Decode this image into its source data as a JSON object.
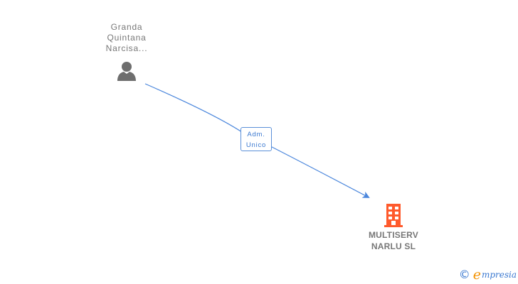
{
  "diagram": {
    "type": "relationship-graph",
    "colors": {
      "edge": "#4a86dc",
      "person_icon": "#6e6e6e",
      "company_icon": "#ff5a2c",
      "node_text": "#777777",
      "label_text": "#3a78d0",
      "brand_e": "#f39200",
      "brand_text": "#3a78d0"
    },
    "nodes": [
      {
        "id": "person",
        "kind": "person",
        "icon": "person-icon",
        "name_lines": [
          "Granda",
          "Quintana",
          "Narcisa..."
        ]
      },
      {
        "id": "company",
        "kind": "company",
        "icon": "building-icon",
        "name_lines": [
          "MULTISERV",
          "NARLU SL"
        ]
      }
    ],
    "edges": [
      {
        "from": "person",
        "to": "company",
        "label_lines": [
          "Adm.",
          "Unico"
        ]
      }
    ]
  },
  "footer": {
    "copyright_symbol": "©",
    "brand_first_letter": "e",
    "brand_rest": "mpresia"
  }
}
